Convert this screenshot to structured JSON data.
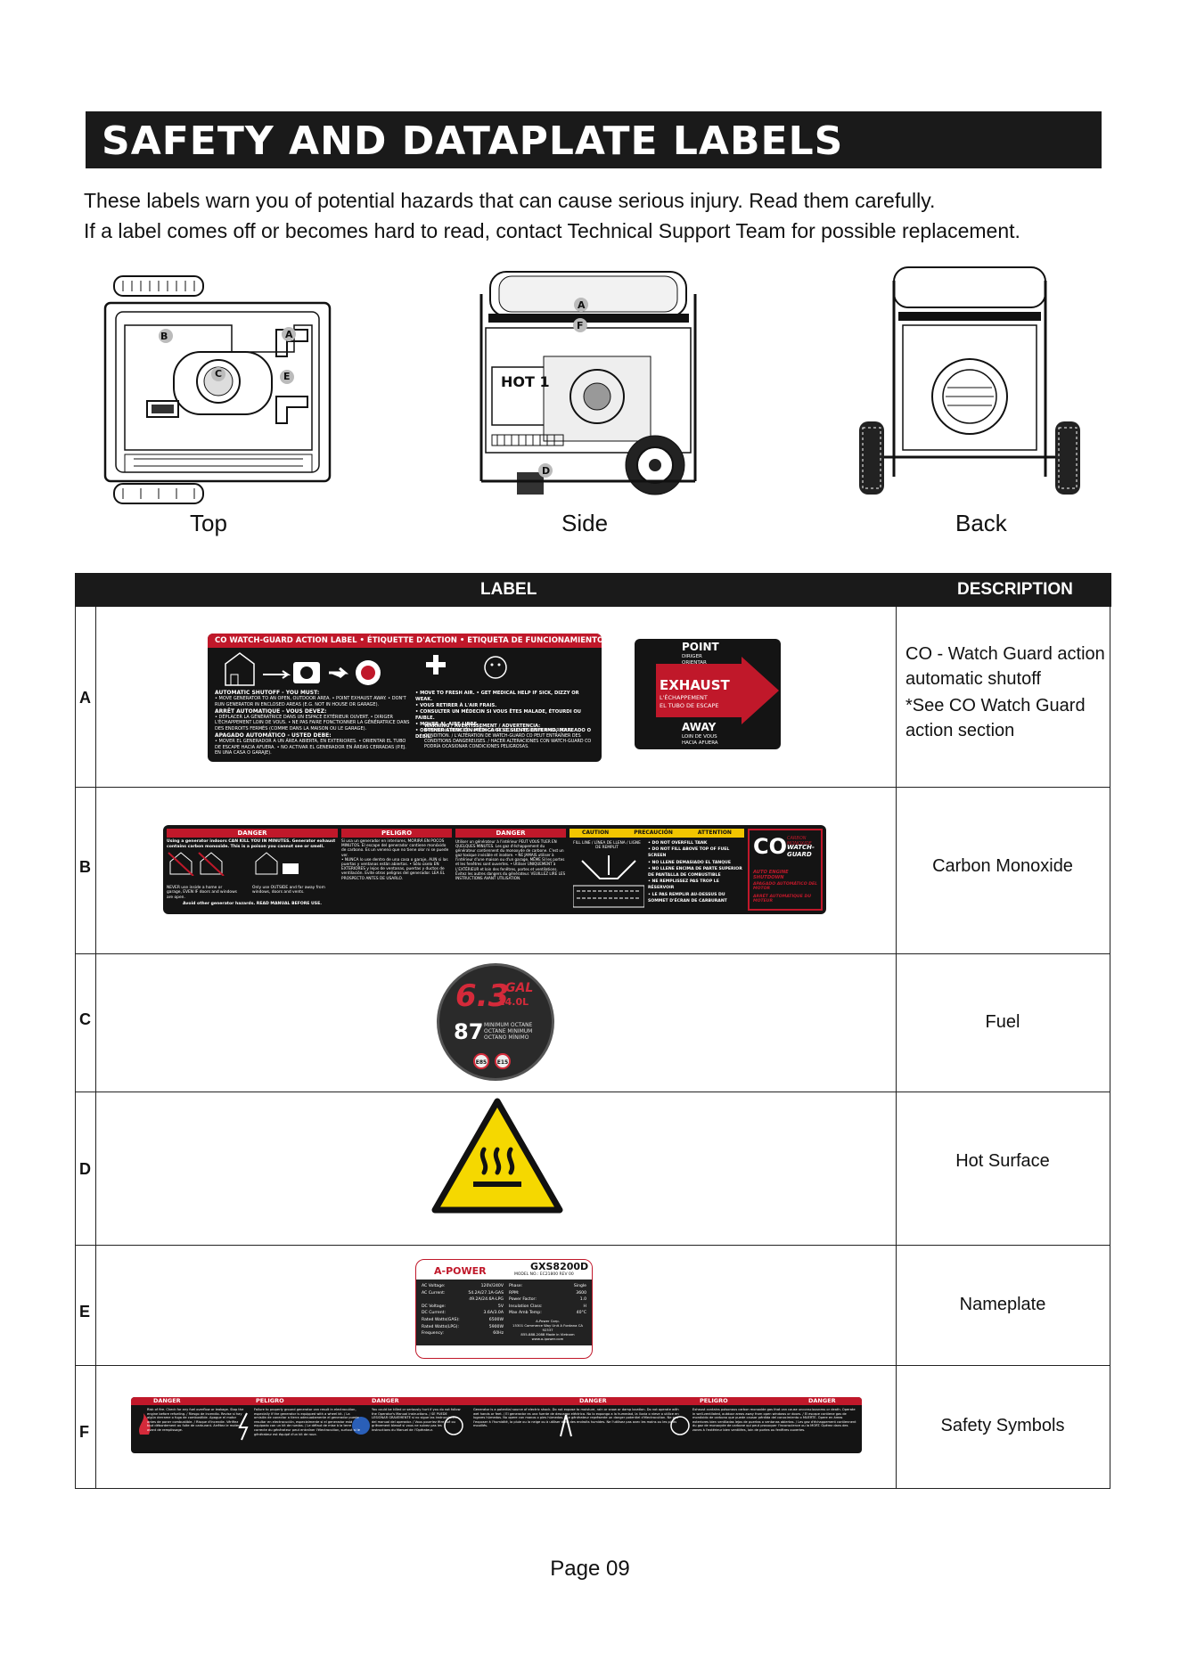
{
  "header": {
    "title": "SAFETY AND DATAPLATE LABELS"
  },
  "intro": {
    "line1": "These labels warn you of potential hazards that can cause serious injury. Read them carefully.",
    "line2": "If a label comes off or becomes hard to read, contact Technical Support Team for possible replacement."
  },
  "views": {
    "top": {
      "label": "Top",
      "markers": [
        "B",
        "A",
        "C",
        "E"
      ]
    },
    "side": {
      "label": "Side",
      "markers": [
        "A",
        "F",
        "D"
      ],
      "panel_text": "HOT 1"
    },
    "back": {
      "label": "Back"
    }
  },
  "table": {
    "col_label": "LABEL",
    "col_description": "DESCRIPTION",
    "rows": [
      {
        "letter": "A",
        "desc_lines": [
          "CO - Watch Guard action",
          "automatic shutoff",
          "*See CO Watch Guard",
          "action section"
        ]
      },
      {
        "letter": "B",
        "description": "Carbon Monoxide"
      },
      {
        "letter": "C",
        "description": "Fuel"
      },
      {
        "letter": "D",
        "description": "Hot Surface"
      },
      {
        "letter": "E",
        "description": "Nameplate"
      },
      {
        "letter": "F",
        "description": "Safety Symbols"
      }
    ]
  },
  "label_a": {
    "banner": "CO WATCH-GUARD ACTION LABEL • ÉTIQUETTE D'ACTION • ETIQUETA DE FUNCIONAMIENTO",
    "shutoff_title": "AUTOMATIC SHUTOFF - YOU MUST:",
    "shutoff_text": "• MOVE GENERATOR TO AN OPEN, OUTDOOR AREA.  • POINT EXHAUST AWAY.  • DON'T RUN GENERATOR IN ENCLOSED AREAS (E.G. NOT IN HOUSE OR GARAGE).",
    "arret_title": "ARRÊT AUTOMATIQUE - VOUS DEVEZ:",
    "arret_text": "• DÉPLACER LA GÉNÉRATRICE DANS UN ESPACE EXTÉRIEUR OUVERT.  • DIRIGER L'ÉCHAPPEMENT LOIN DE VOUS.  • NE PAS FAIRE FONCTIONNER LA GÉNÉRATRICE DANS DES ENDROITS FERMÉS (COMME DANS LA MAISON OU LE GARAGE).",
    "apagado_title": "APAGADO AUTOMÁTICO - USTED DEBE:",
    "apagado_text": "• MOVER EL GENERADOR A UN ÁREA ABIERTA, EN EXTERIORES.  • ORIENTAR EL TUBO DE ESCAPE HACIA AFUERA.  • NO ACTIVAR EL GENERADOR EN ÁREAS CERRADAS (P.EJ. EN UNA CASA O GARAJE).",
    "bullets": [
      "• MOVE TO FRESH AIR.   • GET MEDICAL HELP IF SICK, DIZZY OR WEAK.",
      "• VOUS RETIRER À L'AIR FRAIS.",
      "• CONSULTER UN MÉDECIN SI VOUS ÊTES MALADE, ÉTOURDI OU FAIBLE.",
      "• MOVER AL AIRE LIBRE.",
      "• OBTENER ATENCIÓN MÉDICA SI SE SIENTE ENFERMO, MAREADO O DÉBIL."
    ],
    "warning_title": "WARNING / AVERTISSEMENT / ADVERTENCIA:",
    "warning_text": "TAMPERING WITH CO WATCH-GUARD COULD RESULT IN HAZARDOUS CONDITION. / L'ALTÉRATION DE WATCH-GUARD CO PEUT ENTRAÎNER DES CONDITIONS DANGEREUSES. / HACER ALTERACIONES CON WATCH-GUARD CO PODRÍA OCASIONAR CONDICIONES PELIGROSAS.",
    "exhaust": {
      "point": "POINT",
      "dirigir": "DIRIGER",
      "orientar": "ORIENTAR",
      "exhaust": "EXHAUST",
      "echap": "L'ÉCHAPPEMENT",
      "tubo": "EL TUBO DE ESCAPE",
      "away": "AWAY",
      "loin": "LOIN DE VOUS",
      "hacia": "HACIA AFUERA"
    }
  },
  "label_b": {
    "danger": "DANGER",
    "peligro": "PELIGRO",
    "caution": "CAUTION",
    "precaucion": "PRECAUCIÓN",
    "attention": "ATTENTION",
    "danger_text": "Using a generator indoors CAN KILL YOU IN MINUTES. Generator exhaust contains carbon monoxide. This is a poison you cannot see or smell.",
    "never_text": "NEVER use inside a home or garage, EVEN IF doors and windows are open.",
    "outdoor_text": "Only use OUTSIDE and far away from windows, doors and vents.",
    "avoid_text": "Avoid other generator hazards. READ MANUAL BEFORE USE.",
    "peligro_text": "Si usa un generador en interiores, MORIRÁ EN POCOS MINUTOS. El escape del generador contiene monóxido de carbono. Es un veneno que no tiene olor ni se puede ver.",
    "peligro_bullets": "• NUNCA lo use dentro de una casa o garaje, AUN si las puertas y ventanas están abiertas. • Sólo úselo EN EXTERIORES y lejos de ventanas, puertas y ductos de ventilación. Evite otros peligros del generador. LEA EL PROSPECTO ANTES DE USARLO.",
    "danger_fr": "Utiliser un générateur à l'intérieur PEUT VOUS TUER EN QUELQUES MINUTES. Les gaz d'échappement du générateur contiennent du monoxyde de carbone. C'est un gaz toxique invisible et inodore. • NE JAMAIS utiliser à l'intérieur d'une maison ou d'un garage, MÊME SI les portes et les fenêtres sont ouvertes. • Utiliser UNIQUEMENT à L'EXTÉRIEUR et loin des fenêtres, portes et ventilations. Évitez les autres dangers du générateur. VEUILLEZ LIRE LES INSTRUCTIONS AVANT UTILISATION.",
    "fill_line": "FILL LINE / LÍNEA DE LLENA / LIGNE DE REMPLIT",
    "caution_lines": [
      "• DO NOT OVERFILL TANK",
      "• DO NOT FILL ABOVE TOP OF FUEL SCREEN",
      "• NO LLENE DEMASIADO EL TANQUE",
      "• NO LLENE ENCIMA DE PARTE SUPERIOR DE PANTALLA DE COMBUSTIBLE",
      "• NE REMPLISSEZ PAS TROP LE RÉSERVOIR",
      "• LE PAS REMPLIR AU-DESSUS DU SOMMET D'ÉCRAN DE CARBURANT"
    ],
    "co": "CO",
    "carbon_monoxide": "CARBON MONOXIDE",
    "watch_guard": "WATCH-GUARD",
    "auto_shutdown": "AUTO ENGINE SHUTDOWN",
    "apagado": "APAGADO AUTOMÁTICO DEL MOTOR",
    "arret": "ARRÊT AUTOMATIQUE DU MOTEUR"
  },
  "label_c": {
    "capacity": "6.3",
    "unit": "GAL",
    "liters": "24.0L",
    "octane": "87",
    "octane_en": "MINIMUM OCTANE",
    "octane_fr": "OCTANE MINIMUM",
    "octane_es": "OCTANO MÍNIMO",
    "e85": "E85",
    "e15": "E15"
  },
  "label_e": {
    "brand": "A-POWER",
    "model": "GXS8200D",
    "model_no": "MODEL NO.: EC21800 REV 00",
    "specs_left": [
      [
        "AC Voltage:",
        "120V/240V"
      ],
      [
        "AC Current:",
        "54.2A/27.1A-GAS"
      ],
      [
        "",
        "49.2A/24.6A-LPG"
      ],
      [
        "DC Voltage:",
        "5V"
      ],
      [
        "DC Current:",
        "3.6A/3.0A"
      ],
      [
        "Rated Watts(GAS):",
        "6500W"
      ],
      [
        "Rated Watts(LPG):",
        "5900W"
      ],
      [
        "Frequency:",
        "60Hz"
      ]
    ],
    "specs_right": [
      [
        "Phase:",
        "Single"
      ],
      [
        "RPM:",
        "3600"
      ],
      [
        "Power Factor:",
        "1.0"
      ],
      [
        "Insulation Class:",
        "H"
      ],
      [
        "Max Amb Temp:",
        "40°C"
      ]
    ],
    "company": "A-Power Corp.",
    "address": "15301 Commerce Way Unit A Fontana CA 92337",
    "phone": "855-888-2088 Made in Vietnam",
    "web": "www.a-ipower.com"
  },
  "label_f": {
    "headers": [
      "DANGER",
      "PELIGRO",
      "DANGER",
      "DANGER",
      "PELIGRO",
      "DANGER"
    ],
    "texts": [
      "Risk of fire. Check for any fuel overflow or leakage. Stop the engine before refueling. / Riesgo de incendio. Revise si hay algún derrame o fuga de combustible. Apague el motor antes de poner combustible. / Risque d'incendie. Vérifiez tout débordement ou fuite de carburant. Arrêtez le moteur avant de remplissage.",
      "Failure to properly ground generator can result in electrocution, especially if the generator is equipped with a wheel kit. / La omisión de conectar a tierra adecuadamente el generador puede resultar en electrocución, especialmente si el generador está equipado con un kit de ruedas. / Le défaut de mise à la terre correcte du générateur peut entraîner l'électrocution, surtout si le générateur est équipé d'un kit de roue.",
      "You could be killed or seriously hurt if you do not follow the Operator's Manual instructions. / SE PUEDE LESIONAR GRAVEMENTE si no sigue las instrucciones del manual del operador. / Vous pourriez être tué ou grièvement blessé si vous ne suivez pas les instructions du Manuel de l'Opérateur.",
      "Generator is a potential source of electric shock. Do not expose to moisture, rain or snow or damp location. Do not operate with wet hands or feet. / El generador es una fuente de descarga eléctrica. No lo exponga a la humedad, la lluvia o nieve o utilice en lugares húmedos. No opere con manos o pies húmedos. / Le générateur représente un danger potentiel d'électrocution. Ne pas l'exposer à l'humidité, la pluie ou la neige ou à utiliser dans des endroits humides. Ne l'utilisez pas avec les mains ou les pieds mouillés.",
      "Exhaust contains poisonous carbon monoxide gas that can cause unconsciousness or death. Operate in well-ventilated, outdoor areas away from open windows or doors. / El escape contiene gas de monóxido de carbono que puede causar pérdida del conocimiento o MUERTE. Opere en áreas exteriores bien ventiladas lejos de puertas o ventanas abiertas. / Les gaz d'échappement contiennent du gaz de monoxyde de carbone qui peut provoquer l'inconscience ou la MORT. Opérez dans des zones à l'extérieur bien ventilées, loin de portes ou fenêtres ouvertes."
    ]
  },
  "footer": {
    "page": "Page 09"
  },
  "colors": {
    "accent_red": "#c0182a",
    "dark": "#1a1a1a",
    "warning_yellow": "#f5d800",
    "caution_yellow": "#f2c500"
  }
}
